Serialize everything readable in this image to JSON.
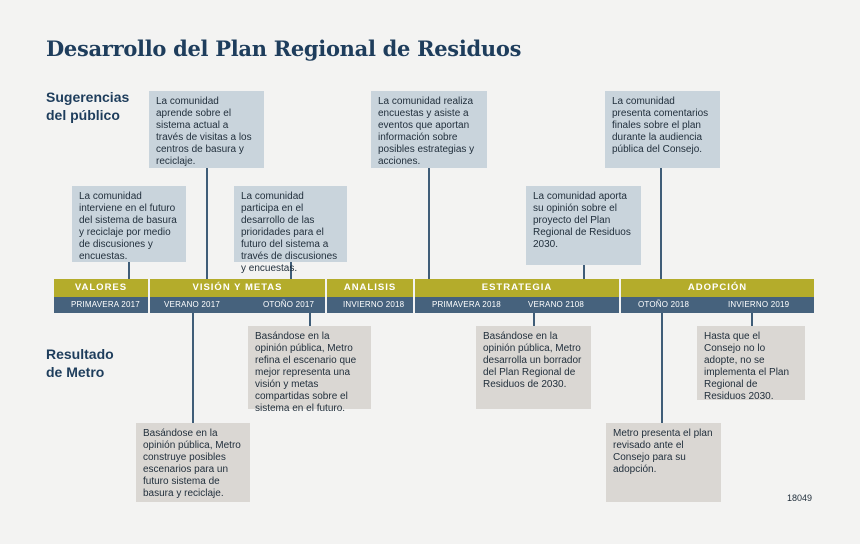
{
  "title": "Desarrollo del Plan Regional de Residuos",
  "labels": {
    "public": "Sugerencias\ndel público",
    "metro": "Resultado\nde Metro"
  },
  "phases": [
    "VALORES",
    "VISIÓN Y METAS",
    "ANALISIS",
    "ESTRATEGIA",
    "ADOPCIÓN"
  ],
  "dates": [
    "PRIMAVERA 2017",
    "VERANO 2017",
    "OTOÑO 2017",
    "INVIERNO 2018",
    "PRIMAVERA 2018",
    "VERANO 2108",
    "OTOÑO 2018",
    "INVIERNO 2019"
  ],
  "public_notes": [
    "La comunidad interviene en el futuro del sistema de basura y reciclaje por medio de discusiones y encuestas.",
    "La comunidad aprende sobre el sistema actual a través de visitas a los centros de basura y reciclaje.",
    "La comunidad participa en el desarrollo de las prioridades para el futuro del sistema a través de discusiones y encuestas.",
    "La comunidad realiza encuestas y asiste a eventos que aportan información sobre posibles estrategias y acciones.",
    "La comunidad aporta su opinión sobre el proyecto del Plan Regional de Residuos 2030.",
    "La comunidad presenta comentarios finales sobre el plan durante la audiencia pública del Consejo."
  ],
  "metro_notes": [
    "Basándose en la opinión pública, Metro construye posibles escenarios para un futuro sistema de basura y reciclaje.",
    "Basándose en la opinión pública, Metro refina el escenario que mejor representa una visión y metas compartidas sobre el sistema en el futuro.",
    "Basándose en la opinión pública, Metro desarrolla un borrador del Plan Regional de Residuos de 2030.",
    "Metro presenta el plan revisado ante el Consejo para su adopción.",
    "Hasta que el Consejo no lo adopte, no se implementa el Plan Regional de Residuos 2030."
  ],
  "code": "18049",
  "colors": {
    "title": "#1e3d5c",
    "phase_bar": "#b4ac2b",
    "date_bar": "#46627d",
    "public_box": "#c9d4dc",
    "metro_box": "#dad7d3"
  }
}
